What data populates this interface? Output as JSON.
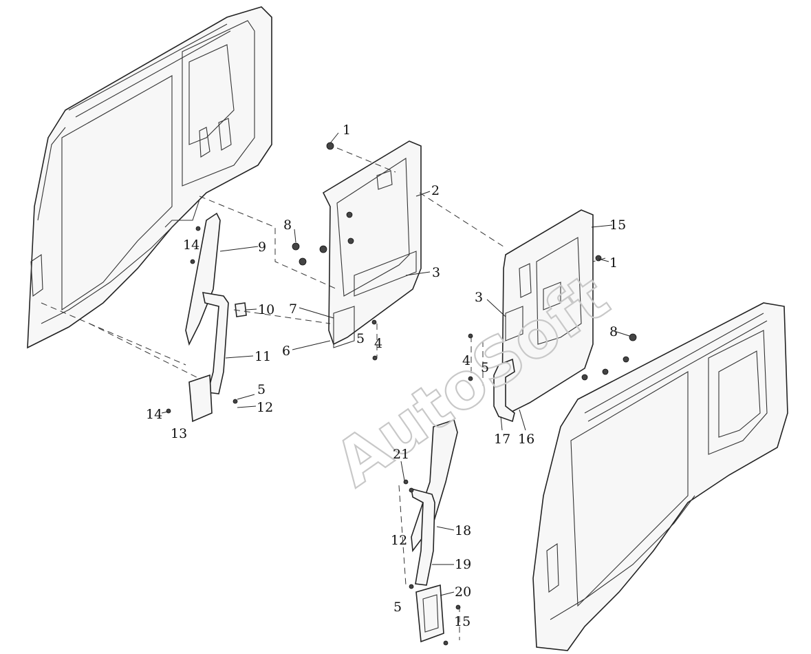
{
  "watermark": "AutoSoft",
  "callouts": [
    {
      "id": "c1a",
      "text": "1"
    },
    {
      "id": "c2",
      "text": "2"
    },
    {
      "id": "c3a",
      "text": "3"
    },
    {
      "id": "c3b",
      "text": "3"
    },
    {
      "id": "c4a",
      "text": "4"
    },
    {
      "id": "c4b",
      "text": "4"
    },
    {
      "id": "c5a",
      "text": "5"
    },
    {
      "id": "c5b",
      "text": "5"
    },
    {
      "id": "c5c",
      "text": "5"
    },
    {
      "id": "c5d",
      "text": "5"
    },
    {
      "id": "c6",
      "text": "6"
    },
    {
      "id": "c7",
      "text": "7"
    },
    {
      "id": "c8a",
      "text": "8"
    },
    {
      "id": "c8b",
      "text": "8"
    },
    {
      "id": "c9",
      "text": "9"
    },
    {
      "id": "c10",
      "text": "10"
    },
    {
      "id": "c11",
      "text": "11"
    },
    {
      "id": "c12a",
      "text": "12"
    },
    {
      "id": "c12b",
      "text": "12"
    },
    {
      "id": "c13",
      "text": "13"
    },
    {
      "id": "c14a",
      "text": "14"
    },
    {
      "id": "c14b",
      "text": "14"
    },
    {
      "id": "c15a",
      "text": "15"
    },
    {
      "id": "c15b",
      "text": "15"
    },
    {
      "id": "c16",
      "text": "16"
    },
    {
      "id": "c17",
      "text": "17"
    },
    {
      "id": "c18",
      "text": "18"
    },
    {
      "id": "c19",
      "text": "19"
    },
    {
      "id": "c20",
      "text": "20"
    },
    {
      "id": "c21",
      "text": "21"
    },
    {
      "id": "c1b",
      "text": "1"
    }
  ]
}
